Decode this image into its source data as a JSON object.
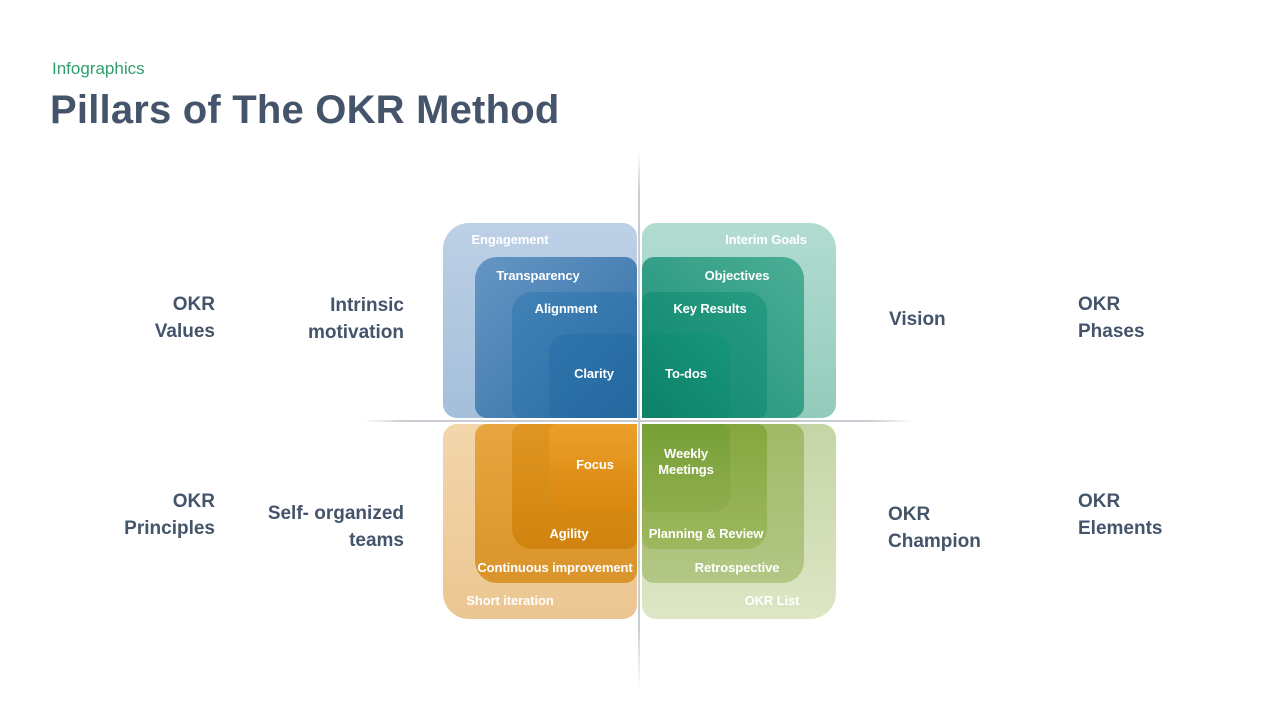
{
  "header": {
    "kicker": "Infographics",
    "title": "Pillars of The OKR Method"
  },
  "colors": {
    "kicker": "#2F9E6E",
    "title": "#44546A",
    "label_text": "#44546A",
    "ring_text": "#FFFFFF",
    "axis_line": "#C9CCD2",
    "quadrant_accents": {
      "top_left": "#2F74AD",
      "top_right": "#16967B",
      "bottom_left": "#E2951C",
      "bottom_right": "#8AAA44"
    }
  },
  "quadrants": {
    "top_left": {
      "levels": [
        "Engagement",
        "Transparency",
        "Alignment",
        "Clarity"
      ]
    },
    "top_right": {
      "levels": [
        "Interim Goals",
        "Objectives",
        "Key Results",
        "To-dos"
      ]
    },
    "bottom_left": {
      "levels": [
        "Short iteration",
        "Continuous improvement",
        "Agility",
        "Focus"
      ]
    },
    "bottom_right": {
      "levels": [
        "OKR List",
        "Retrospective",
        "Planning & Review",
        "Weekly Meetings"
      ]
    }
  },
  "annotations": {
    "left_top": {
      "category": "OKR Values",
      "concept": "Intrinsic motivation"
    },
    "left_bottom": {
      "category": "OKR Principles",
      "concept": "Self- organized teams"
    },
    "right_top": {
      "category": "OKR Phases",
      "concept": "Vision"
    },
    "right_bottom": {
      "category": "OKR Elements",
      "concept": "OKR Champion"
    }
  }
}
